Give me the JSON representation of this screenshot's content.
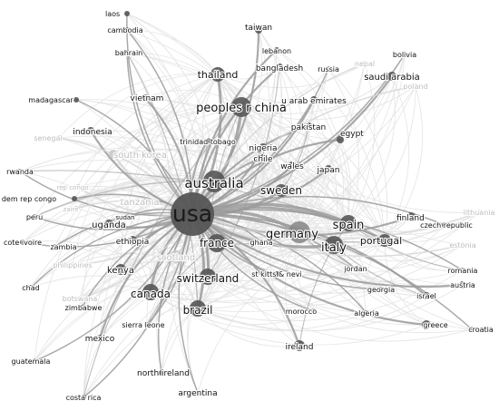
{
  "diagram": {
    "type": "country-collaboration-network",
    "center": "usa",
    "nodes": [
      {
        "id": "usa",
        "label": "usa",
        "size": "largest",
        "shade": "dark"
      },
      {
        "id": "australia",
        "label": "australia",
        "size": "large",
        "shade": "dark"
      },
      {
        "id": "france",
        "label": "france",
        "size": "large",
        "shade": "dark"
      },
      {
        "id": "peoples_r_china",
        "label": "peoples r china",
        "size": "large",
        "shade": "dark"
      },
      {
        "id": "germany",
        "label": "germany",
        "size": "large",
        "shade": "mid"
      },
      {
        "id": "italy",
        "label": "italy",
        "size": "large",
        "shade": "dark"
      },
      {
        "id": "spain",
        "label": "spain",
        "size": "large",
        "shade": "dark"
      },
      {
        "id": "sweden",
        "label": "sweden",
        "size": "medium",
        "shade": "dark"
      },
      {
        "id": "switzerland",
        "label": "switzerland",
        "size": "medium",
        "shade": "dark"
      },
      {
        "id": "canada",
        "label": "canada",
        "size": "medium",
        "shade": "dark"
      },
      {
        "id": "brazil",
        "label": "brazil",
        "size": "medium",
        "shade": "dark"
      },
      {
        "id": "thailand",
        "label": "thailand",
        "size": "medium",
        "shade": "dark"
      },
      {
        "id": "portugal",
        "label": "portugal",
        "size": "medium",
        "shade": "dark"
      },
      {
        "id": "kenya",
        "label": "kenya",
        "size": "small",
        "shade": "dark"
      },
      {
        "id": "uganda",
        "label": "uganda",
        "size": "small",
        "shade": "dark"
      },
      {
        "id": "ethiopia",
        "label": "ethiopia",
        "size": "small",
        "shade": "dark"
      },
      {
        "id": "scotland",
        "label": "scotland",
        "size": "medium",
        "shade": "faded"
      },
      {
        "id": "tanzania",
        "label": "tanzania",
        "size": "small",
        "shade": "faded"
      },
      {
        "id": "south_korea",
        "label": "south korea",
        "size": "small",
        "shade": "faded"
      },
      {
        "id": "finland",
        "label": "finland",
        "size": "small",
        "shade": "dark"
      },
      {
        "id": "ireland",
        "label": "ireland",
        "size": "small",
        "shade": "dark"
      },
      {
        "id": "saudi_arabia",
        "label": "saudi arabia",
        "size": "small",
        "shade": "dark"
      },
      {
        "id": "egypt",
        "label": "egypt",
        "size": "small",
        "shade": "dark"
      },
      {
        "id": "japan",
        "label": "japan",
        "size": "small",
        "shade": "dark"
      },
      {
        "id": "pakistan",
        "label": "pakistan",
        "size": "small",
        "shade": "dark"
      },
      {
        "id": "nigeria",
        "label": "nigeria",
        "size": "small",
        "shade": "dark"
      },
      {
        "id": "chile",
        "label": "chile",
        "size": "small",
        "shade": "dark"
      },
      {
        "id": "wales",
        "label": "wales",
        "size": "small",
        "shade": "dark"
      },
      {
        "id": "bangladesh",
        "label": "bangladesh",
        "size": "small",
        "shade": "dark"
      },
      {
        "id": "taiwan",
        "label": "taiwan",
        "size": "small",
        "shade": "dark"
      },
      {
        "id": "lebanon",
        "label": "lebanon",
        "size": "small",
        "shade": "dark"
      },
      {
        "id": "u_arab_emirates",
        "label": "u arab emirates",
        "size": "small",
        "shade": "dark"
      },
      {
        "id": "trinidad_tobago",
        "label": "trinidad tobago",
        "size": "small",
        "shade": "dark"
      },
      {
        "id": "vietnam",
        "label": "vietnam",
        "size": "small",
        "shade": "dark"
      },
      {
        "id": "indonesia",
        "label": "indonesia",
        "size": "small",
        "shade": "dark"
      },
      {
        "id": "madagascar",
        "label": "madagascar",
        "size": "tiny",
        "shade": "dark"
      },
      {
        "id": "bahrain",
        "label": "bahrain",
        "size": "tiny",
        "shade": "dark"
      },
      {
        "id": "cambodia",
        "label": "cambodia",
        "size": "tiny",
        "shade": "dark"
      },
      {
        "id": "laos",
        "label": "laos",
        "size": "tiny",
        "shade": "dark"
      },
      {
        "id": "russia",
        "label": "russia",
        "size": "tiny",
        "shade": "dark"
      },
      {
        "id": "nepal",
        "label": "nepal",
        "size": "tiny",
        "shade": "faded"
      },
      {
        "id": "bolivia",
        "label": "bolivia",
        "size": "tiny",
        "shade": "dark"
      },
      {
        "id": "poland",
        "label": "poland",
        "size": "tiny",
        "shade": "faded"
      },
      {
        "id": "senegal",
        "label": "senegal",
        "size": "tiny",
        "shade": "faded"
      },
      {
        "id": "rwanda",
        "label": "rwanda",
        "size": "tiny",
        "shade": "dark"
      },
      {
        "id": "dem_rep_congo",
        "label": "dem rep congo",
        "size": "tiny",
        "shade": "dark"
      },
      {
        "id": "rep_congo",
        "label": "rep congo",
        "size": "tiny",
        "shade": "faded"
      },
      {
        "id": "zaire",
        "label": "zaire",
        "size": "tiny",
        "shade": "faded"
      },
      {
        "id": "peru",
        "label": "peru",
        "size": "tiny",
        "shade": "dark"
      },
      {
        "id": "sudan",
        "label": "sudan",
        "size": "tiny",
        "shade": "dark"
      },
      {
        "id": "cote_ivoire",
        "label": "cote ivoire",
        "size": "tiny",
        "shade": "dark"
      },
      {
        "id": "zambia",
        "label": "zambia",
        "size": "tiny",
        "shade": "dark"
      },
      {
        "id": "philippines",
        "label": "philippines",
        "size": "tiny",
        "shade": "faded"
      },
      {
        "id": "chad",
        "label": "chad",
        "size": "tiny",
        "shade": "dark"
      },
      {
        "id": "botswana",
        "label": "botswana",
        "size": "tiny",
        "shade": "faded"
      },
      {
        "id": "zimbabwe",
        "label": "zimbabwe",
        "size": "tiny",
        "shade": "dark"
      },
      {
        "id": "sierra_leone",
        "label": "sierra leone",
        "size": "tiny",
        "shade": "dark"
      },
      {
        "id": "mexico",
        "label": "mexico",
        "size": "small",
        "shade": "dark"
      },
      {
        "id": "guatemala",
        "label": "guatemala",
        "size": "tiny",
        "shade": "dark"
      },
      {
        "id": "north_ireland",
        "label": "north ireland",
        "size": "tiny",
        "shade": "dark"
      },
      {
        "id": "costa_rica",
        "label": "costa rica",
        "size": "tiny",
        "shade": "dark"
      },
      {
        "id": "argentina",
        "label": "argentina",
        "size": "tiny",
        "shade": "dark"
      },
      {
        "id": "ghana",
        "label": "ghana",
        "size": "tiny",
        "shade": "dark"
      },
      {
        "id": "st_kitts_nevi",
        "label": "st kitts & nevi",
        "size": "tiny",
        "shade": "dark"
      },
      {
        "id": "jordan",
        "label": "jordan",
        "size": "tiny",
        "shade": "dark"
      },
      {
        "id": "morocco",
        "label": "morocco",
        "size": "tiny",
        "shade": "dark"
      },
      {
        "id": "algeria",
        "label": "algeria",
        "size": "tiny",
        "shade": "dark"
      },
      {
        "id": "georgia",
        "label": "georgia",
        "size": "tiny",
        "shade": "dark"
      },
      {
        "id": "israel",
        "label": "israel",
        "size": "small",
        "shade": "dark"
      },
      {
        "id": "greece",
        "label": "greece",
        "size": "small",
        "shade": "dark"
      },
      {
        "id": "croatia",
        "label": "croatia",
        "size": "tiny",
        "shade": "dark"
      },
      {
        "id": "austria",
        "label": "austria",
        "size": "small",
        "shade": "dark"
      },
      {
        "id": "romania",
        "label": "romania",
        "size": "tiny",
        "shade": "dark"
      },
      {
        "id": "estonia",
        "label": "estonia",
        "size": "tiny",
        "shade": "faded"
      },
      {
        "id": "czech_republic",
        "label": "czech republic",
        "size": "tiny",
        "shade": "dark"
      },
      {
        "id": "lithuania",
        "label": "lithuania",
        "size": "tiny",
        "shade": "faded"
      }
    ],
    "colors": {
      "background": "#ffffff",
      "node_dark": "#555555",
      "node_mid": "#8a8a8a",
      "node_faded": "#c9c9c9",
      "edge": "#9b9b9b",
      "edge_faint": "#e4e4e4",
      "label_dark": "#111111",
      "label_faded": "#bdbdbd"
    }
  }
}
